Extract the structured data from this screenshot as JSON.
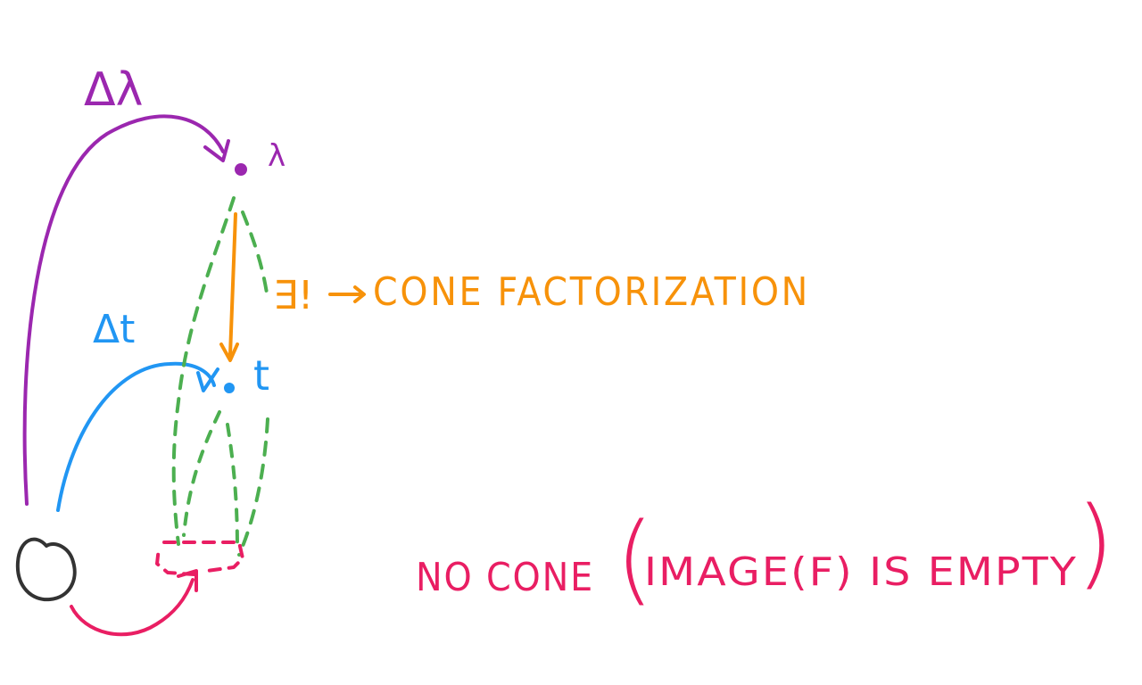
{
  "colors": {
    "purple": "#9b27af",
    "blue": "#2196f3",
    "green": "#4caf50",
    "orange": "#f7920a",
    "pink": "#e91e63",
    "dark": "#333333"
  },
  "labels": {
    "delta_lambda": "Δλ",
    "lambda": "λ",
    "delta_t": "Δt",
    "t": "t",
    "exists_unique": "∃!",
    "arrow": "→",
    "cone_factorization": "CONE FACTORIZATION",
    "no_cone": "NO CONE",
    "image_clause": "IMAGE(F) IS EMPTY",
    "open_paren": "(",
    "close_paren": ")"
  }
}
